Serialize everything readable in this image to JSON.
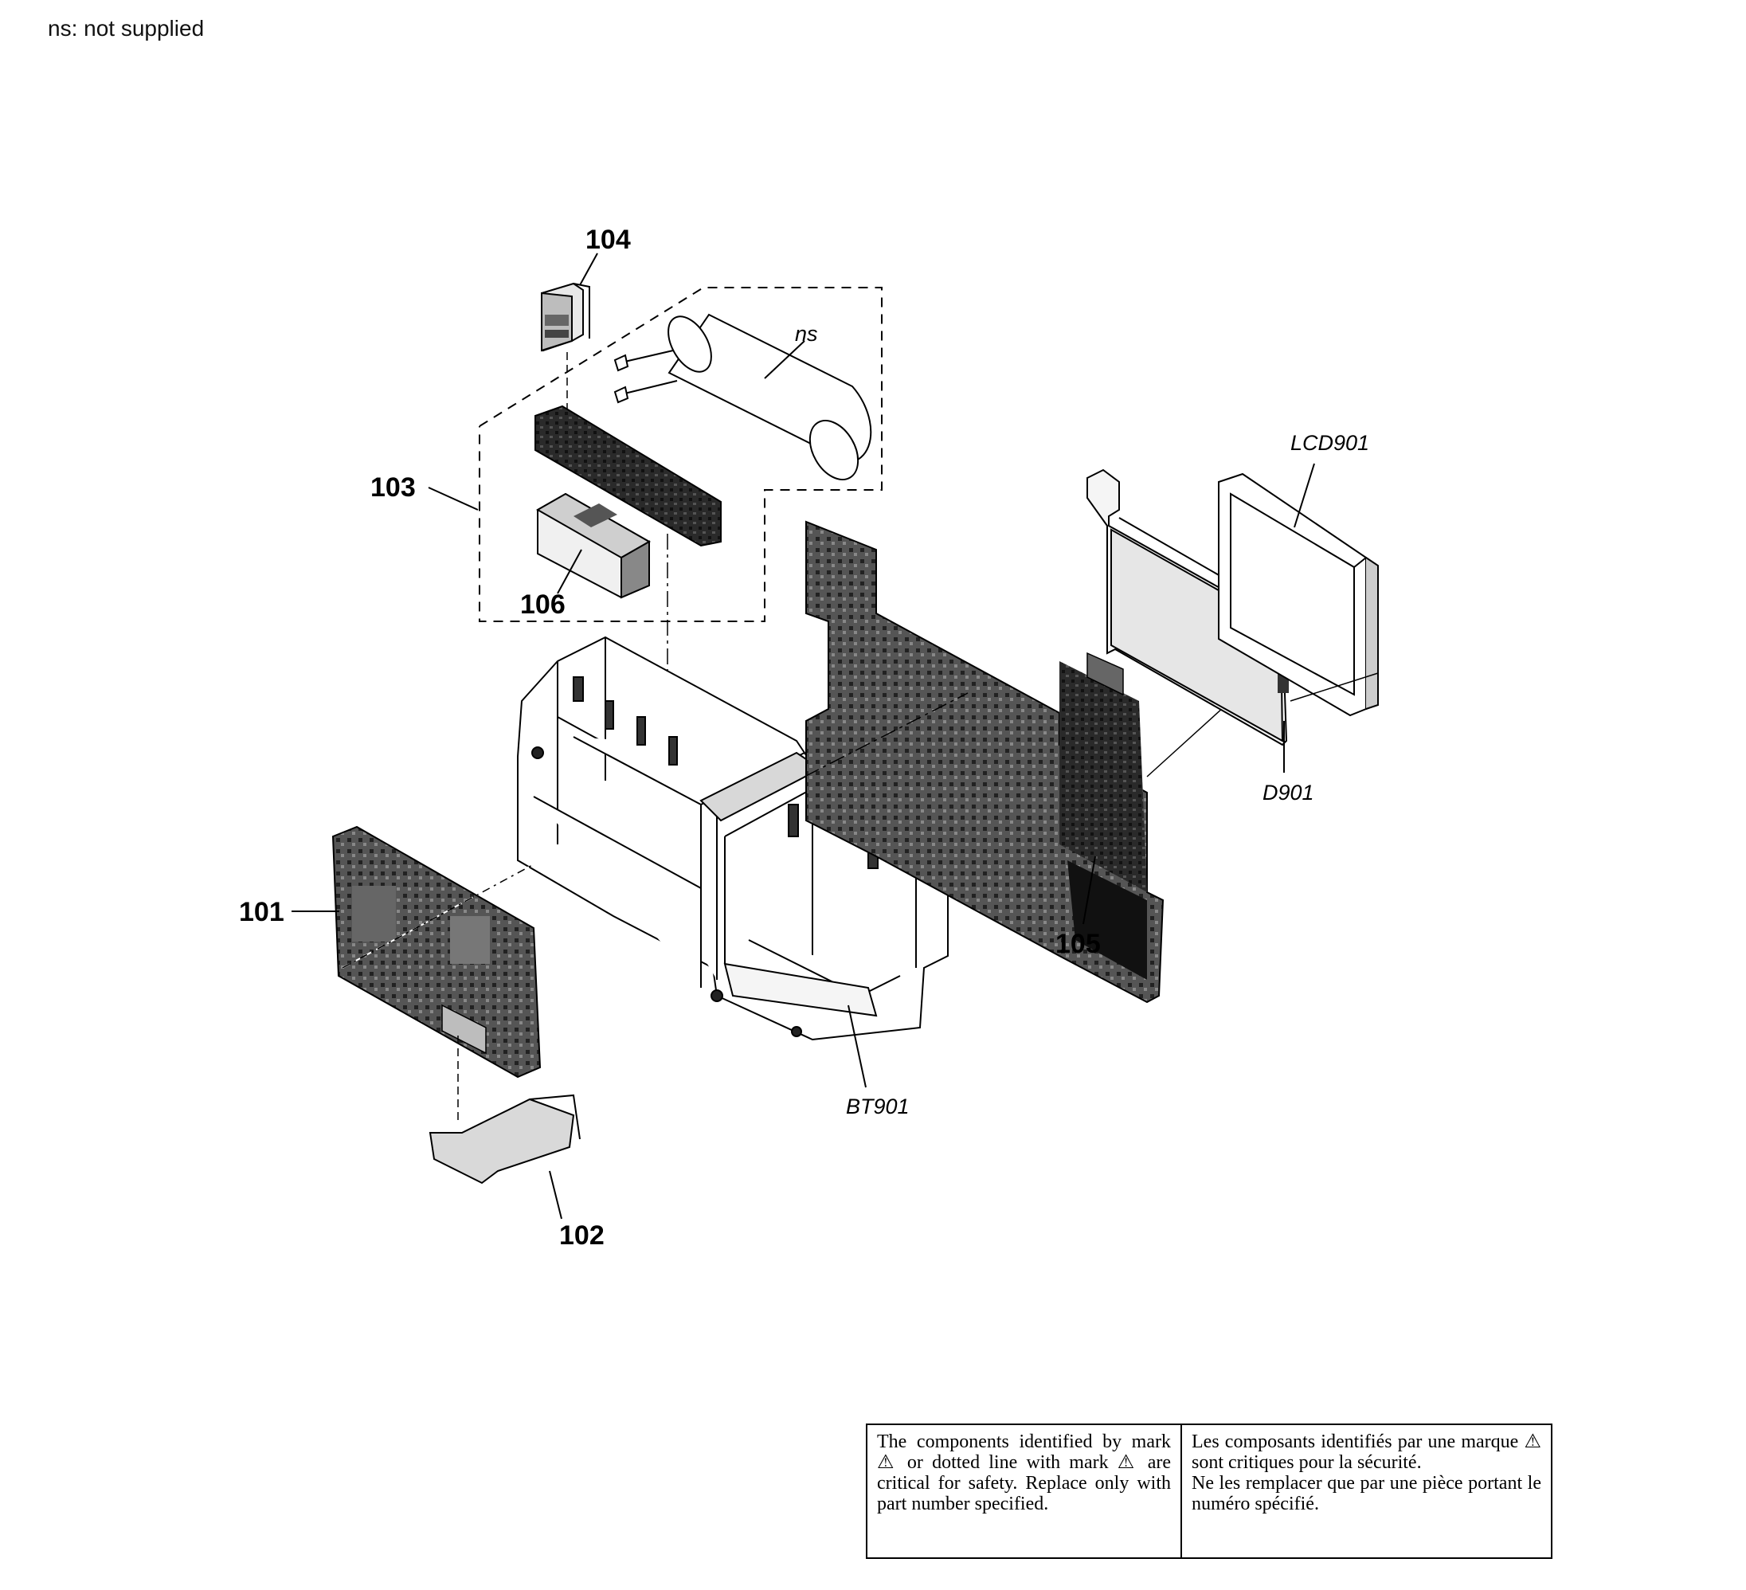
{
  "header_note": "ns: not supplied",
  "callouts": {
    "c101": "101",
    "c102": "102",
    "c103": "103",
    "c104": "104",
    "c105": "105",
    "c106": "106",
    "ns": "ns",
    "lcd901": "LCD901",
    "d901": "D901",
    "bt901": "BT901"
  },
  "safety_note": {
    "english": "The components identified by mark ⚠ or dotted line with mark ⚠ are critical for safety. Replace only with part number specified.",
    "french_1": "Les composants identifiés par une marque ⚠ sont critiques pour la sécurité.",
    "french_2": "Ne les remplacer que par une pièce portant le numéro spécifié."
  },
  "colors": {
    "ink": "#000000",
    "board_fill": "#3a3a3a",
    "panel_fill": "#d8d8d8"
  }
}
